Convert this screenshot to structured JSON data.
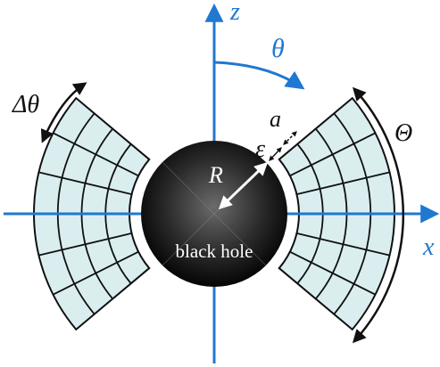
{
  "labels": {
    "z": "z",
    "x": "x",
    "theta": "θ",
    "delta_theta": "Δθ",
    "capital_theta": "Θ",
    "a": "a",
    "epsilon": "ε",
    "R": "R",
    "black_hole": "black hole"
  },
  "colors": {
    "axis": "#1f78d1",
    "shell_fill": "#daeef0",
    "shell_stroke": "#111111",
    "hole_center": "#6b6b6b",
    "hole_edge": "#050505"
  },
  "shell": {
    "radial_layers": 4,
    "angular_segments": 6
  }
}
